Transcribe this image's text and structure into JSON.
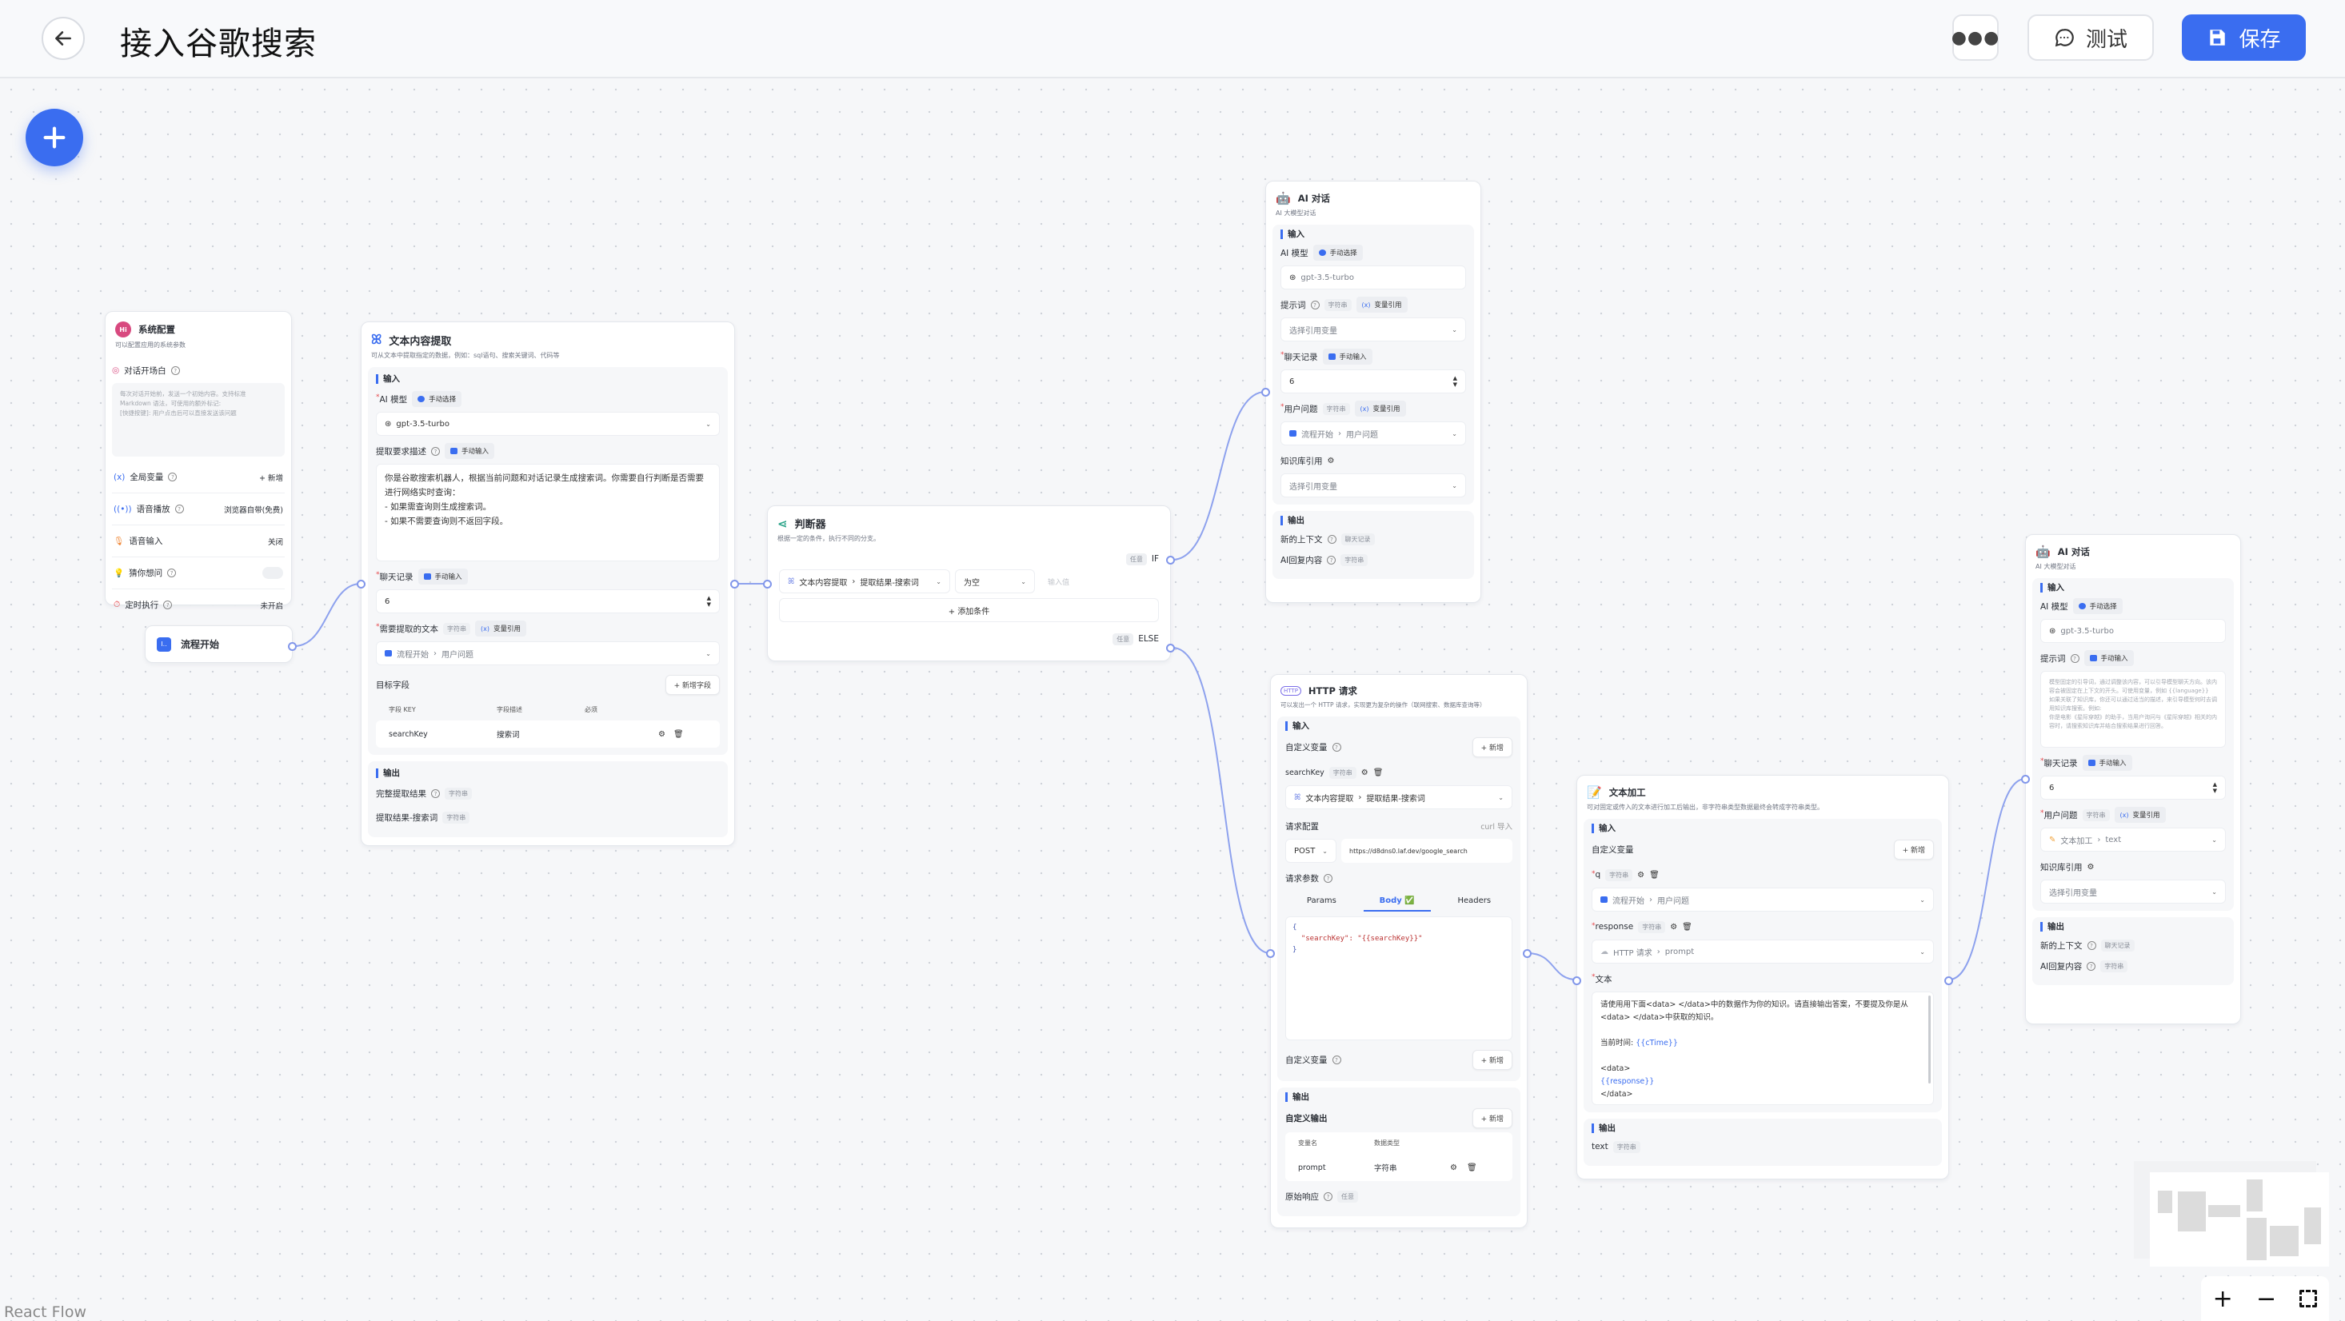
{
  "header": {
    "title": "接入谷歌搜索",
    "test_label": "测试",
    "save_label": "保存",
    "accent": "#3a6df0"
  },
  "canvas": {
    "watermark": "React Flow"
  },
  "common": {
    "input": "输入",
    "output": "输出",
    "string": "字符串",
    "manual_select": "手动选择",
    "manual_input": "手动输入",
    "var_ref": "变量引用",
    "add": "+ 新增",
    "any": "任意",
    "chat_history_tag": "聊天记录",
    "select_ref_var": "选择引用变量",
    "model": "gpt-3.5-turbo"
  },
  "system_config": {
    "title": "系统配置",
    "desc": "可以配置应用的系统参数",
    "opening_label": "对话开场白",
    "opening_placeholder": "每次对话开始前，发送一个初始内容。支持标准 Markdown 语法，可使用的额外标记:\n[快捷按键]: 用户点击后可以直接发送该问题",
    "global_vars": "全局变量",
    "global_vars_action": "+ 新增",
    "tts": "语音播放",
    "tts_value": "浏览器自带(免费)",
    "voice_input": "语音输入",
    "voice_input_value": "关闭",
    "guess": "猜你想问",
    "guess_enabled": false,
    "schedule": "定时执行",
    "schedule_value": "未开启"
  },
  "flow_start": {
    "title": "流程开始"
  },
  "extract": {
    "title": "文本内容提取",
    "desc": "可从文本中提取指定的数据，例如：sql语句、搜索关键词、代码等",
    "model_label": "AI 模型",
    "desc_label": "提取要求描述",
    "desc_value": "你是谷歌搜索机器人，根据当前问题和对话记录生成搜索词。你需要自行判断是否需要进行网络实时查询：\n- 如果需查询则生成搜索词。\n- 如果不需要查询则不返回字段。",
    "history_label": "聊天记录",
    "history_value": "6",
    "text_label": "需要提取的文本",
    "text_value_node": "流程开始",
    "text_value_field": "用户问题",
    "target_label": "目标字段",
    "add_field": "+ 新增字段",
    "cols": [
      "字段 KEY",
      "字段描述",
      "必须"
    ],
    "rows": [
      {
        "key": "searchKey",
        "desc": "搜索词"
      }
    ],
    "outputs": [
      {
        "label": "完整提取结果",
        "type": "字符串"
      },
      {
        "label": "提取结果-搜索词",
        "type": "字符串"
      }
    ]
  },
  "condition": {
    "title": "判断器",
    "desc": "根据一定的条件，执行不同的分支。",
    "if_label": "IF",
    "else_label": "ELSE",
    "var_node": "文本内容提取",
    "var_field": "提取结果-搜索词",
    "operator": "为空",
    "value_placeholder": "输入值",
    "add_condition": "+ 添加条件"
  },
  "ai_chat_1": {
    "title": "AI 对话",
    "desc": "AI 大模型对话",
    "model_label": "AI 模型",
    "prompt_label": "提示词",
    "history_label": "聊天记录",
    "history_value": "6",
    "question_label": "用户问题",
    "question_node": "流程开始",
    "question_field": "用户问题",
    "kb_label": "知识库引用",
    "outputs": [
      {
        "label": "新的上下文",
        "type": "聊天记录"
      },
      {
        "label": "AI回复内容",
        "type": "字符串"
      }
    ]
  },
  "http": {
    "title": "HTTP 请求",
    "desc": "可以发出一个 HTTP 请求，实现更为复杂的操作（联网搜索、数据库查询等）",
    "custom_vars": "自定义变量",
    "var_name": "searchKey",
    "var_node": "文本内容提取",
    "var_field": "提取结果-搜索词",
    "req_config": "请求配置",
    "curl_import": "curl 导入",
    "method": "POST",
    "url": "https://d8dns0.laf.dev/google_search",
    "req_params": "请求参数",
    "tabs": [
      "Params",
      "Body ✅",
      "Headers"
    ],
    "active_tab": "Body ✅",
    "body": [
      "{",
      "  \"searchKey\": \"{{searchKey}}\"",
      "}"
    ],
    "custom_output": "自定义输出",
    "out_cols": [
      "变量名",
      "数据类型"
    ],
    "out_rows": [
      {
        "name": "prompt",
        "type": "字符串"
      }
    ],
    "raw_response": "原始响应"
  },
  "text_process": {
    "title": "文本加工",
    "desc": "可对固定或传入的文本进行加工后输出，非字符串类型数据最终会转成字符串类型。",
    "custom_vars": "自定义变量",
    "var_q": "q",
    "var_q_node": "流程开始",
    "var_q_field": "用户问题",
    "var_resp": "response",
    "var_resp_node": "HTTP 请求",
    "var_resp_field": "prompt",
    "text_label": "文本",
    "text_line1": "请使用用下面<data> </data>中的数据作为你的知识。请直接输出答案，不要提及你是从<data> </data>中获取的知识。",
    "text_time_label": "当前时间: ",
    "text_time_var": "{{cTime}}",
    "text_data_open": "<data>",
    "text_resp_var": "{{response}}",
    "text_data_close": "</data>",
    "output_name": "text"
  },
  "ai_chat_2": {
    "title": "AI 对话",
    "desc": "AI 大模型对话",
    "model_label": "AI 模型",
    "prompt_label": "提示词",
    "prompt_placeholder": "模型固定的引导词，通过调整该内容，可以引导模型聊天方向。该内容会被固定在上下文的开头。可使用变量，例如 {{language}}\n如果关联了知识库，你还可以通过适当的描述，来引导模型何时去调用知识库搜索。例如:\n你是电影《星际穿越》的助手，当用户询问与《星际穿越》相关的内容时，请搜索知识库并结合搜索结果进行回答。",
    "history_label": "聊天记录",
    "history_value": "6",
    "question_label": "用户问题",
    "question_node": "文本加工",
    "question_field": "text",
    "kb_label": "知识库引用",
    "outputs": [
      {
        "label": "新的上下文",
        "type": "聊天记录"
      },
      {
        "label": "AI回复内容",
        "type": "字符串"
      }
    ]
  },
  "controls": {
    "zoom_in": "+",
    "zoom_out": "−"
  }
}
